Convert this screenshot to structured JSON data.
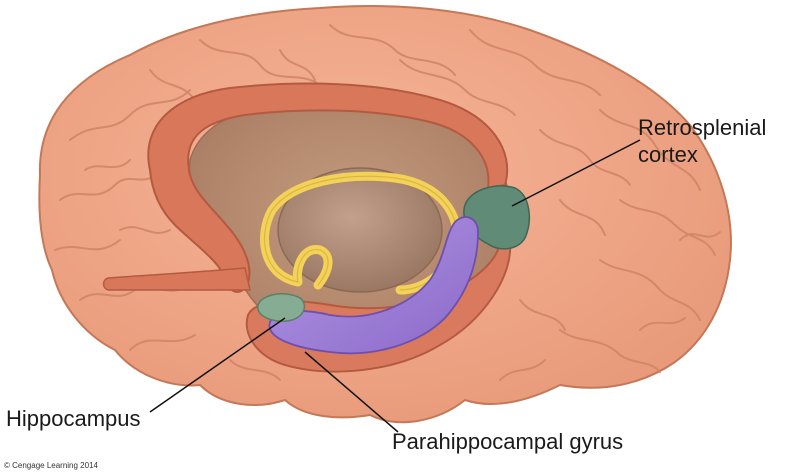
{
  "labels": {
    "retrosplenial_line1": "Retrosplenial",
    "retrosplenial_line2": "cortex",
    "hippocampus": "Hippocampus",
    "parahippocampal": "Parahippocampal gyrus"
  },
  "copyright": "© Cengage Learning 2014",
  "colors": {
    "cortex": "#f0a787",
    "cortex_stroke": "#c97a5c",
    "cingulate": "#d9765a",
    "inner": "#b98e73",
    "fornix": "#f5d35a",
    "thalamus": "#a88570",
    "hippocampus": "#7fa58c",
    "retrosplenial": "#5e8a76",
    "parahippocampal": "#9b7ad4"
  }
}
